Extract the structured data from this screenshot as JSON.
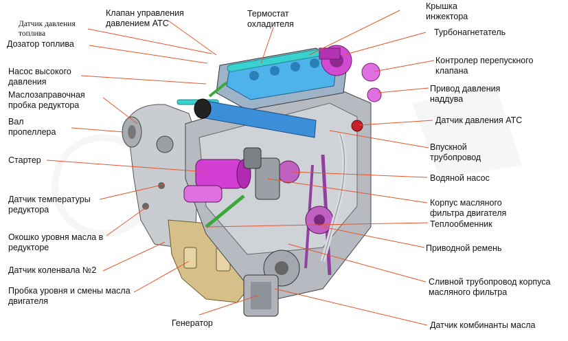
{
  "labels": {
    "fuel_pressure_sensor": "Датчик давления\nтоплива",
    "atc_pressure_valve": "Клапан управления\nдавлением АТС",
    "coolant_thermostat": "Термостат\nохладителя",
    "injector_cover": "Крышка\nинжектора",
    "turbocharger": "Турбонагнетатель",
    "fuel_metering": "Дозатор топлива",
    "wastegate_controller": "Контролер перепускного\nклапана",
    "hp_pump": "Насос высокого\nдавления",
    "boost_actuator": "Привод давления\nнаддува",
    "gearbox_oil_filler": "Маслозаправочная\nпробка редуктора",
    "atc_pressure_sensor": "Датчик давления АТС",
    "propeller_shaft": "Вал\nпропеллера",
    "intake_manifold": "Впускной\nтрубопровод",
    "starter": "Стартер",
    "water_pump": "Водяной насос",
    "gearbox_temp_sensor": "Датчик температуры\nредуктора",
    "oil_filter_housing": "Корпус масляного\nфильтра двигателя",
    "heat_exchanger": "Теплообменник",
    "gearbox_oil_window": "Окошко уровня масла в\nредукторе",
    "drive_belt": "Приводной ремень",
    "crankshaft_sensor": "Датчик  коленвала №2",
    "oil_filter_drain": "Сливной трубопровод корпуса\nмасляного фильтра",
    "oil_level_plug": "Пробка уровня и смены масла\nдвигателя",
    "generator": "Генератор",
    "oil_combo_sensor": "Датчик комбинанты масла"
  },
  "colors": {
    "leader": "#e8542a",
    "engine_gray": "#bfc3c8",
    "engine_dark": "#6c7077",
    "magenta": "#cc33cc",
    "blue": "#3aa6e8",
    "cyan": "#33cccc",
    "tan": "#d7bf8a",
    "green": "#33aa33",
    "red": "#c8202a"
  },
  "watermark_icon": "propeller-watermark-icon"
}
